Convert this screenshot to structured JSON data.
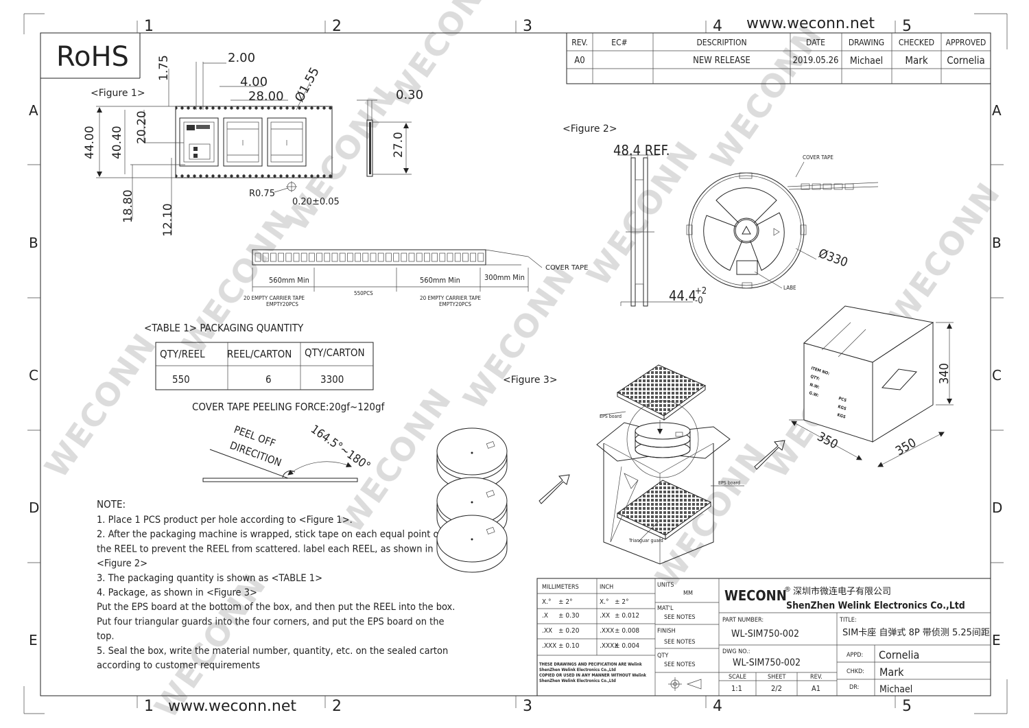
{
  "header": {
    "website_top": "www.weconn.net",
    "website_bottom": "www.weconn.net",
    "rohs": "RoHS",
    "grid_columns": [
      "1",
      "2",
      "3",
      "4",
      "5"
    ],
    "grid_rows": [
      "A",
      "B",
      "C",
      "D",
      "E"
    ]
  },
  "revision_table": {
    "headers": [
      "REV.",
      "EC#",
      "DESCRIPTION",
      "DATE",
      "DRAWING",
      "CHECKED",
      "APPROVED"
    ],
    "row": [
      "A0",
      "",
      "NEW RELEASE",
      "2019.05.26",
      "Michael",
      "Mark",
      "Cornelia"
    ]
  },
  "figure1": {
    "label": "<Figure 1>",
    "dims": {
      "d175": "1.75",
      "d200": "2.00",
      "d400": "4.00",
      "d2800": "28.00",
      "d155": "Ø1.55",
      "d030": "0.30",
      "d4400": "44.00",
      "d4040": "40.40",
      "d2020": "20.20",
      "d270": "27.0",
      "d1880": "18.80",
      "d1210": "12.10",
      "r075": "R0.75",
      "d020": "0.20±0.05"
    }
  },
  "tape_strip": {
    "cover_tape": "COVER TAPE",
    "seg1": "560mm  Min",
    "seg2": "560mm Min",
    "seg3": "300mm Min",
    "note1a": "20 EMPTY CARRIER TAPE",
    "note1b": "EMPTY20PCS",
    "mid": "550PCS",
    "note2a": "20 EMPTY CARRIER TAPE",
    "note2b": "EMPTY20PCS"
  },
  "table1": {
    "title": "<TABLE 1> PACKAGING QUANTITY",
    "headers": [
      "QTY/REEL",
      "REEL/CARTON",
      "QTY/CARTON"
    ],
    "values": [
      "550",
      "6",
      "3300"
    ]
  },
  "peel": {
    "force": "COVER TAPE PEELING FORCE:20gf~120gf",
    "dir1": "PEEL OFF",
    "dir2": "DIRECITION",
    "angle": "164.5°~180°"
  },
  "figure2": {
    "label": "<Figure 2>",
    "ref": "48.4 REF.",
    "cover_tape": "COVER TAPE",
    "diameter": "Ø330",
    "label_text": "LABE",
    "width": "44.4",
    "tol_plus": "+2",
    "tol_minus": "-0"
  },
  "figure3": {
    "label": "<Figure 3>",
    "eps_top": "EPS board",
    "eps_bottom": "EPS board",
    "guard": "Trianguar guard",
    "box_h": "340",
    "box_w1": "350",
    "box_w2": "350",
    "box_lines": [
      "ITEM NO:",
      "QTY:",
      "N.W:",
      "G.W:"
    ],
    "box_units": [
      "PCS",
      "KGS",
      "KGS"
    ]
  },
  "notes": {
    "title": "NOTE:",
    "lines": [
      "1. Place 1 PCS product per hole according to <Figure 1>.",
      "2. After the packaging machine is wrapped, stick tape on each equal point of",
      "the REEL to prevent the REEL from scattered. label each REEL, as shown in",
      "<Figure 2>",
      "3. The packaging quantity is shown as <TABLE 1>",
      "4. Package, as shown in <Figure 3>",
      "Put the EPS board at the bottom of the box, and then put the REEL into the box.",
      "Put four triangular guards into the four corners, and put the EPS board on the",
      "top.",
      "5. Seal the box, write the material number, quantity, etc. on the sealed carton",
      "according to customer requirements"
    ]
  },
  "title_block": {
    "mm_header": "MILLIMETERS",
    "inch_header": "INCH",
    "mm_tol": [
      [
        "X.°",
        "±  2°"
      ],
      [
        ".X",
        "± 0.30"
      ],
      [
        ".XX",
        "± 0.20"
      ],
      [
        ".XXX",
        "± 0.10"
      ]
    ],
    "inch_tol": [
      [
        "X.°",
        "±  2°"
      ],
      [
        ".XX",
        "± 0.012"
      ],
      [
        ".XXX",
        "± 0.008"
      ],
      [
        ".XXXX",
        "± 0.004"
      ]
    ],
    "units_label": "UNITS",
    "units_value": "MM",
    "matl_label": "MAT'L",
    "matl_value": "SEE NOTES",
    "finish_label": "FINISH",
    "finish_value": "SEE NOTES",
    "qty_label": "QTY",
    "qty_value": "SEE NOTES",
    "disclaimer": [
      "THESE DRAWINGS AND PECIFICATION ARE Welink",
      "ShenZhen Welink Electronics Co.,Ltd",
      "COPIED OR USED IN ANY MANNER WITHOUT Welink",
      "ShenZhen Welink Electronics Co.,Ltd"
    ],
    "company_logo": "WECONN",
    "company_cn": "深圳市微连电子有限公司",
    "company_en": "ShenZhen Welink Electronics Co.,Ltd",
    "part_label": "PART NUMBER:",
    "part_value": "WL-SIM750-002",
    "dwg_label": "DWG NO.:",
    "dwg_value": "WL-SIM750-002",
    "title_label": "TITLE:",
    "title_value": "SIM卡座 自弹式 8P 带侦测 5.25间距",
    "scale_label": "SCALE",
    "scale_value": "1:1",
    "sheet_label": "SHEET",
    "sheet_value": "2/2",
    "rev_label": "REV.",
    "rev_value": "A1",
    "appd_label": "APPD:",
    "appd_value": "Cornelia",
    "chkd_label": "CHKD:",
    "chkd_value": "Mark",
    "dr_label": "DR:",
    "dr_value": "Michael"
  },
  "watermark": "WECONN"
}
